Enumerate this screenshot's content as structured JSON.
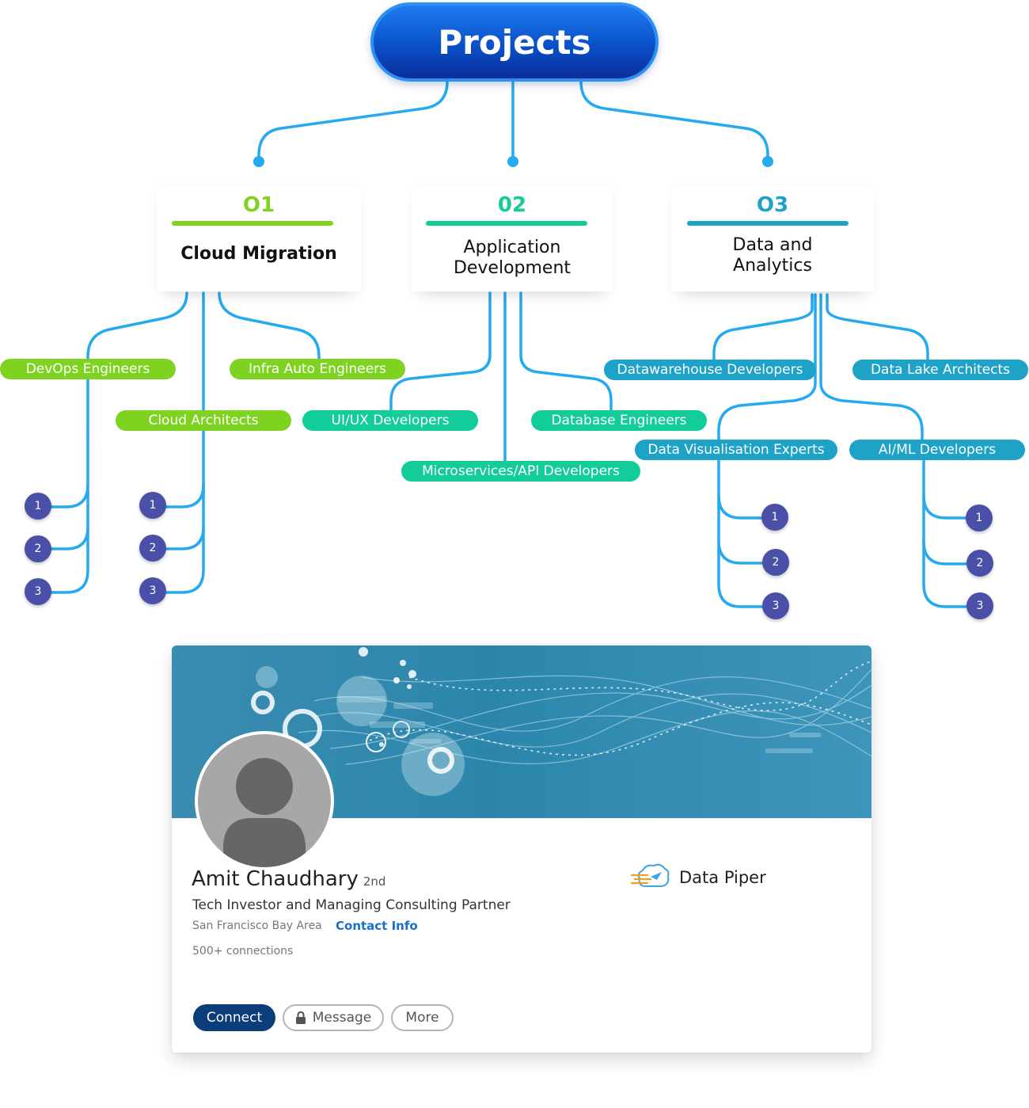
{
  "root": {
    "label": "Projects"
  },
  "categories": [
    {
      "number": "O1",
      "title_line1": "Cloud  Migration",
      "title_line2": "",
      "color": "#7ed321"
    },
    {
      "number": "02",
      "title_line1": "Application",
      "title_line2": "Development",
      "color": "#12cc9a"
    },
    {
      "number": "O3",
      "title_line1": "Data and",
      "title_line2": "Analytics",
      "color": "#1fa2c8"
    }
  ],
  "roles": {
    "devops": "DevOps Engineers",
    "infra": "Infra Auto Engineers",
    "cloud_arch": "Cloud Architects",
    "uiux": "UI/UX Developers",
    "db_eng": "Database Engineers",
    "microservices": "Microservices/API Developers",
    "dwh": "Datawarehouse Developers",
    "dlake": "Data Lake Architects",
    "dviz": "Data Visualisation Experts",
    "aiml": "AI/ML Developers"
  },
  "badge_labels": [
    "1",
    "2",
    "3"
  ],
  "profile": {
    "name": "Amit Chaudhary",
    "degree": "2nd",
    "headline": "Tech Investor and Managing Consulting Partner",
    "location": "San Francisco Bay Area",
    "contact_label": "Contact Info",
    "connections": "500+ connections",
    "company": "Data Piper",
    "buttons": {
      "connect": "Connect",
      "message": "Message",
      "more": "More"
    }
  },
  "colors": {
    "line": "#25aaf0",
    "badge": "#4a4fa8",
    "green": "#7ed321",
    "teal": "#12cc9a",
    "blue": "#1fa2c8",
    "connect_button": "#0a3d7a"
  },
  "icons": [
    "person-silhouette-icon",
    "lock-icon",
    "data-piper-logo-icon",
    "gear-icon"
  ]
}
